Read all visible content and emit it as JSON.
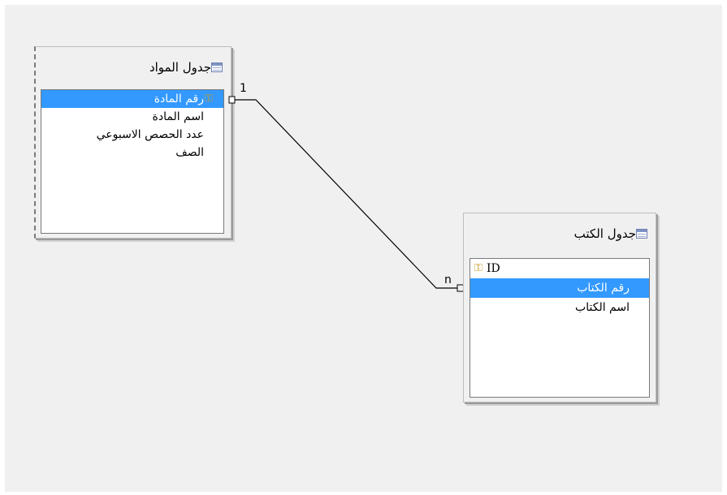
{
  "tables": {
    "materials": {
      "title": "جدول المواد",
      "fields": [
        {
          "name": "رقم المادة",
          "primary_key": true,
          "selected": true
        },
        {
          "name": "اسم المادة",
          "primary_key": false,
          "selected": false
        },
        {
          "name": "عدد الحصص الاسبوعي",
          "primary_key": false,
          "selected": false
        },
        {
          "name": "الصف",
          "primary_key": false,
          "selected": false
        }
      ]
    },
    "books": {
      "title": "جدول الكتب",
      "fields": [
        {
          "name": "ID",
          "primary_key": true,
          "selected": false
        },
        {
          "name": "رقم الكتاب",
          "primary_key": false,
          "selected": true
        },
        {
          "name": "اسم الكتاب",
          "primary_key": false,
          "selected": false
        }
      ]
    }
  },
  "relationship": {
    "from_table": "جدول المواد",
    "from_field": "رقم المادة",
    "to_table": "جدول الكتب",
    "to_field": "رقم الكتاب",
    "from_cardinality": "1",
    "to_cardinality": "n"
  },
  "icons": {
    "table": "table-icon",
    "primary_key": "key-icon"
  },
  "colors": {
    "selection": "#3399ff",
    "canvas": "#f0f0f0",
    "key": "#c99a1a"
  }
}
